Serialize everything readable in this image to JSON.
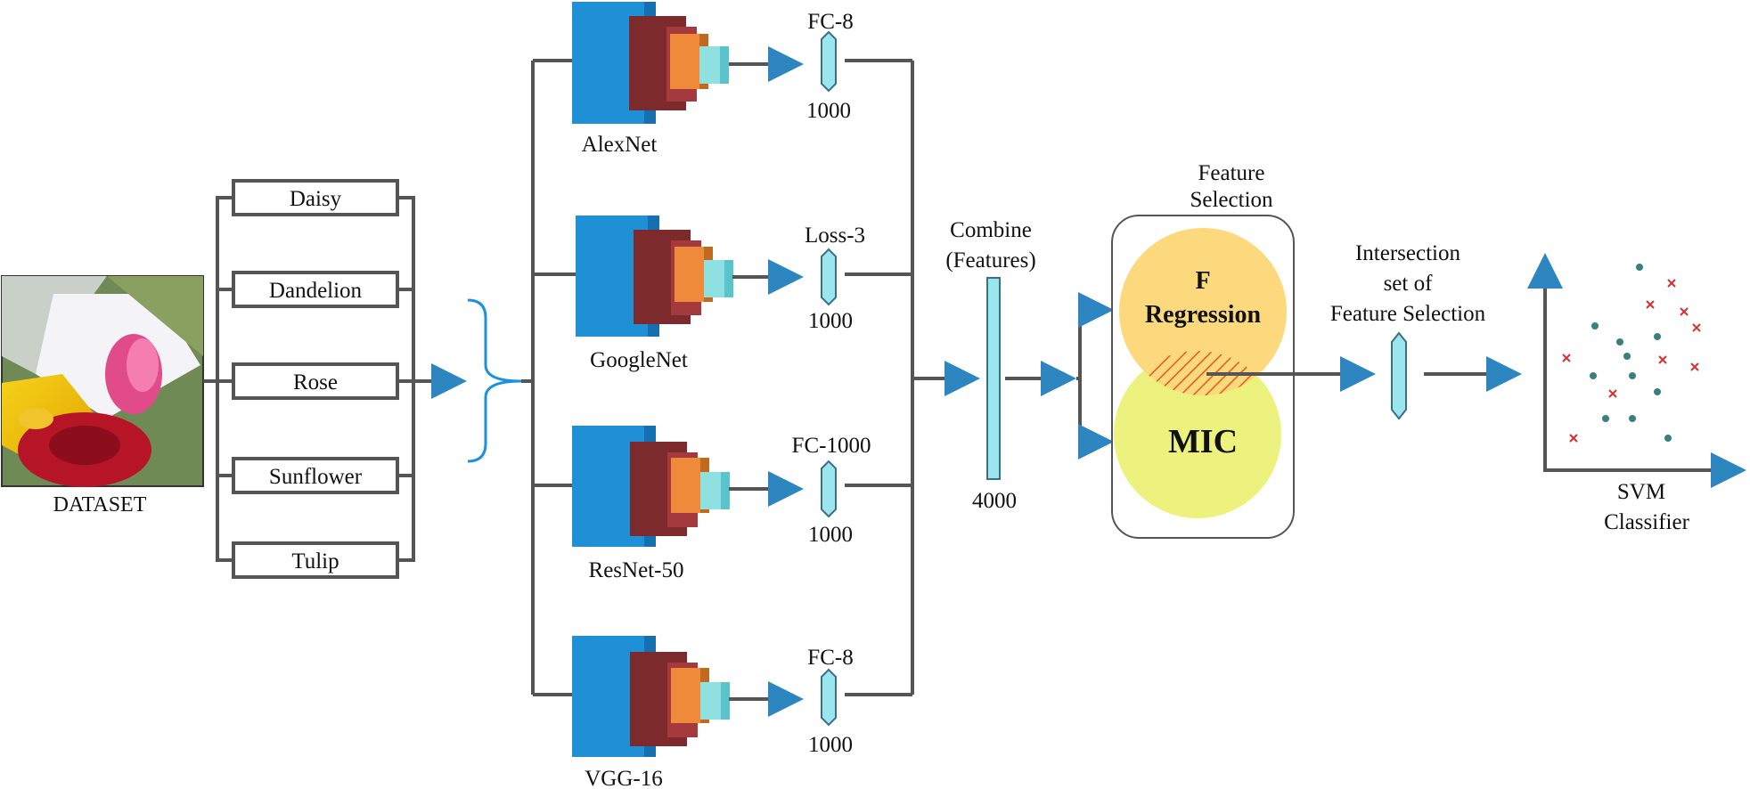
{
  "dataset": {
    "caption": "DATASET",
    "classes": [
      "Daisy",
      "Dandelion",
      "Rose",
      "Sunflower",
      "Tulip"
    ]
  },
  "networks": [
    {
      "name": "AlexNet",
      "layer": "FC-8",
      "size": "1000"
    },
    {
      "name": "GoogleNet",
      "layer": "Loss-3",
      "size": "1000"
    },
    {
      "name": "ResNet-50",
      "layer": "FC-1000",
      "size": "1000"
    },
    {
      "name": "VGG-16",
      "layer": "FC-8",
      "size": "1000"
    }
  ],
  "combine": {
    "line1": "Combine",
    "line2": "(Features)",
    "size": "4000"
  },
  "feature_selection": {
    "title_line1": "Feature",
    "title_line2": "Selection",
    "method1_line1": "F",
    "method1_line2": "Regression",
    "method2": "MIC"
  },
  "intersection": {
    "line1": "Intersection",
    "line2": "set of",
    "line3": "Feature Selection"
  },
  "classifier": {
    "line1": "SVM",
    "line2": "Classifier"
  },
  "colors": {
    "line": "#555555",
    "arrow": "#2e86c1",
    "brace": "#1e90e0",
    "net_blue": "#1f8fd6",
    "net_red": "#7d2a2d",
    "net_orange": "#ee8a3a",
    "net_cyan": "#8fe0e0",
    "feature_bar": "#9be6ec",
    "f_regression": "#fcd97c",
    "mic": "#edf27e",
    "scatter_dot": "#3a7f7f",
    "scatter_x": "#d63030"
  }
}
